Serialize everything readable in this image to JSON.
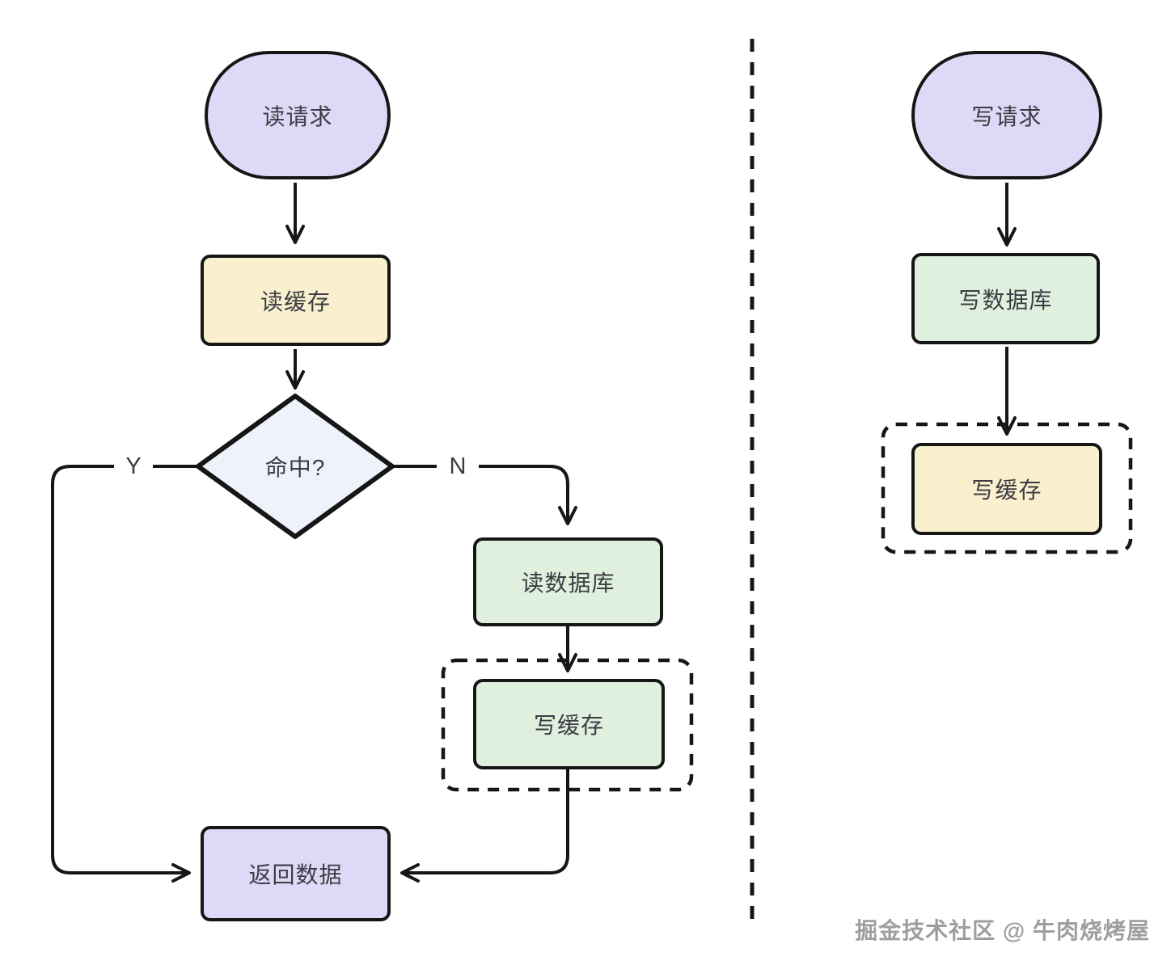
{
  "left_flow": {
    "start_label": "读请求",
    "read_cache_label": "读缓存",
    "decision_label": "命中?",
    "yes_label": "Y",
    "no_label": "N",
    "read_db_label": "读数据库",
    "write_cache_label": "写缓存",
    "return_label": "返回数据"
  },
  "right_flow": {
    "start_label": "写请求",
    "write_db_label": "写数据库",
    "write_cache_label": "写缓存"
  },
  "watermark": "掘金技术社区 @ 牛肉烧烤屋",
  "colors": {
    "terminal_fill": "#DFD9F7",
    "process_yellow": "#FAF0CE",
    "process_green": "#DFF1DE",
    "decision_fill": "#EEF2FA",
    "stroke": "#161616",
    "text": "#3C3C44",
    "watermark": "#9E9E9E"
  }
}
